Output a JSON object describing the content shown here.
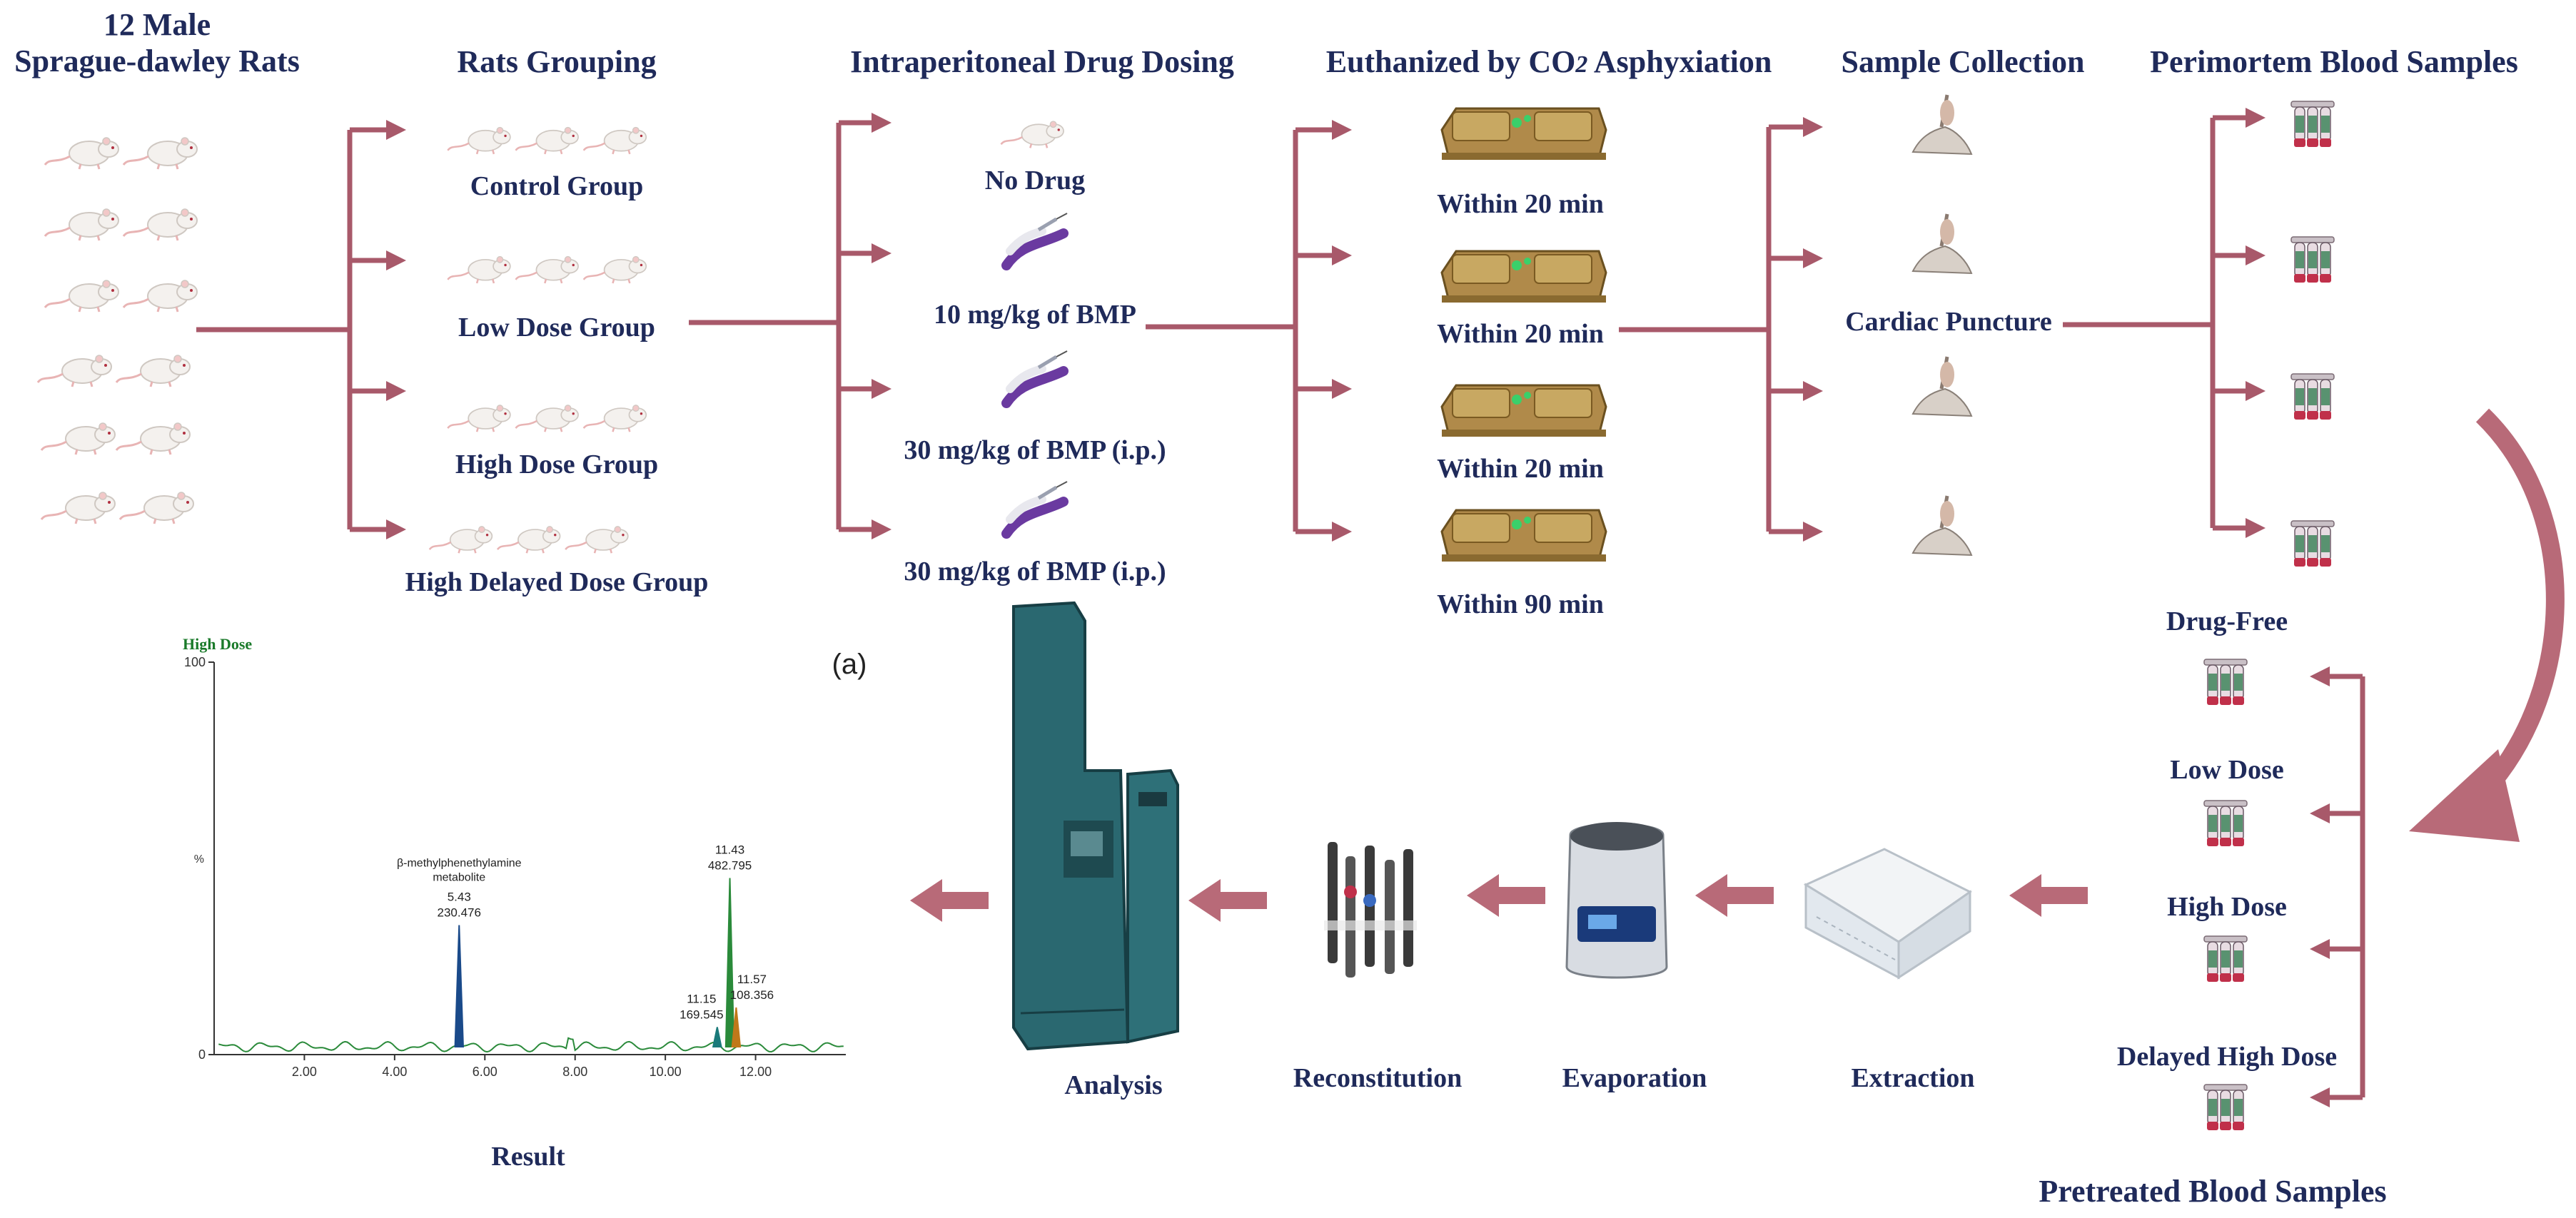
{
  "headers": {
    "rats": "12 Male\nSprague-dawley Rats",
    "grouping": "Rats Grouping",
    "dosing": "Intraperitoneal Drug Dosing",
    "euthanized_pre": "Euthanized by CO",
    "euthanized_sub": "2",
    "euthanized_post": " Asphyxiation",
    "sample_collection": "Sample Collection",
    "perimortem": "Perimortem Blood Samples",
    "pretreated": "Pretreated Blood Samples"
  },
  "groups": [
    "Control Group",
    "Low Dose Group",
    "High Dose Group",
    "High Delayed Dose Group"
  ],
  "doses": [
    "No Drug",
    "10 mg/kg of BMP",
    "30 mg/kg of BMP (i.p.)",
    "30 mg/kg of BMP (i.p.)"
  ],
  "times": [
    "Within 20 min",
    "Within 20 min",
    "Within 20 min",
    "Within 90 min"
  ],
  "cardiac": "Cardiac Puncture",
  "pretreated_groups": [
    "Drug-Free",
    "Low Dose",
    "High Dose",
    "Delayed High Dose"
  ],
  "steps": [
    "Extraction",
    "Evaporation",
    "Reconstitution",
    "Analysis"
  ],
  "result_label": "Result",
  "panel_label": "(a)",
  "colors": {
    "arrow": "#a8596a",
    "arrow_fill": "#b86a78",
    "text": "#1f2a5a",
    "tube_cap": "#c0304a",
    "tube_body": "#e0d0d8"
  },
  "chart_data": {
    "type": "line",
    "title": "High Dose",
    "xlim": [
      0,
      14
    ],
    "ylim": [
      0,
      100
    ],
    "ytick_labels": [
      "0",
      "100"
    ],
    "ytick_values": [
      0,
      100
    ],
    "mid_tick_label": "%",
    "xticks": [
      2.0,
      4.0,
      6.0,
      8.0,
      10.0,
      12.0
    ],
    "xtick_labels": [
      "2.00",
      "4.00",
      "6.00",
      "8.00",
      "10.00",
      "12.00"
    ],
    "peaks": [
      {
        "x": 5.43,
        "height": 33,
        "area": "230.476",
        "name": "β-methylphenethylamine\nmetabolite",
        "color": "#1a4a8a"
      },
      {
        "x": 11.15,
        "height": 7,
        "area": "169.545",
        "color": "#1a7a7a"
      },
      {
        "x": 11.43,
        "height": 45,
        "area": "482.795",
        "color": "#2a8a3a"
      },
      {
        "x": 11.57,
        "height": 12,
        "area": "108.356",
        "color": "#c0781a"
      }
    ],
    "baseline": 2
  }
}
